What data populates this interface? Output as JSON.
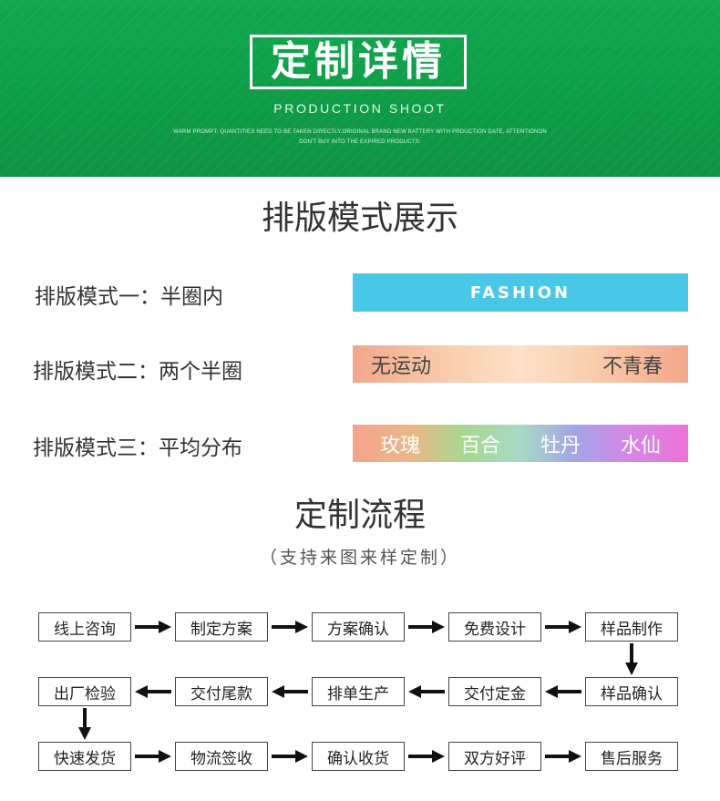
{
  "banner": {
    "title": "定制详情",
    "subtitle": "PRODUCTION SHOOT",
    "warm_line1": "WARM PROMPT: QUANTITIES NEED TO BE TAKEN DIRECTLY.ORIGINAL BRAND NEW BATTERY WITH PRDUCTION DATE, ATTENTIONON",
    "warm_line2": "DON'T BUY INTO THE EXPIRED PRODUCTS.",
    "bg_color": "#10a850"
  },
  "layout_section": {
    "title": "排版模式展示",
    "modes": [
      {
        "label": "排版模式一：半圈内",
        "words": [
          "FASHION"
        ],
        "bar_color": "#48c8e6"
      },
      {
        "label": "排版模式二：两个半圈",
        "words": [
          "无运动",
          "不青春"
        ],
        "bar_color": "#f2a68a"
      },
      {
        "label": "排版模式三：平均分布",
        "words": [
          "玫瑰",
          "百合",
          "牡丹",
          "水仙"
        ],
        "bar_color": "gradient"
      }
    ]
  },
  "process_section": {
    "title": "定制流程",
    "subtitle": "（支持来图来样定制）",
    "steps": [
      "线上咨询",
      "制定方案",
      "方案确认",
      "免费设计",
      "样品制作",
      "样品确认",
      "交付定金",
      "排单生产",
      "交付尾款",
      "出厂检验",
      "快速发货",
      "物流签收",
      "确认收货",
      "双方好评",
      "售后服务"
    ]
  }
}
